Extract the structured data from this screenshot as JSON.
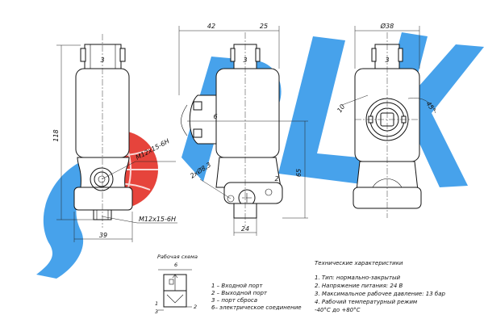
{
  "dimensions": {
    "d42": "42",
    "d25": "25",
    "d38": "Ø38",
    "d118": "118",
    "d65": "65",
    "d24": "24",
    "d39": "39",
    "d10": "10",
    "d45": "45°",
    "thread1": "M12x15-6H",
    "thread2": "M12x15-6H",
    "holes": "2xØ8,3"
  },
  "callouts": {
    "front_connector": "3",
    "side_connector": "3",
    "right_connector": "3",
    "side_coil": "6",
    "side_port": "2"
  },
  "scheme": {
    "title": "Рабочая схема",
    "port6": "6",
    "port1": "1",
    "port2": "2",
    "port3": "3"
  },
  "legend": [
    "1 – Входной порт",
    "2 – Выходной порт",
    "3 – порт сброса",
    "6– электрическое соединение"
  ],
  "specs": {
    "title": "Технические характеристики",
    "items": [
      "1. Тип: нормально-закрытый",
      "2. Напряжение питания: 24 В",
      "3. Максимальное рабочее давление: 13 бар",
      "4. Рабочий температурный режим",
      "-40°С до +80°С"
    ]
  },
  "colors": {
    "watermark_blue": "#1e8ee6",
    "watermark_red": "#e2231a"
  }
}
